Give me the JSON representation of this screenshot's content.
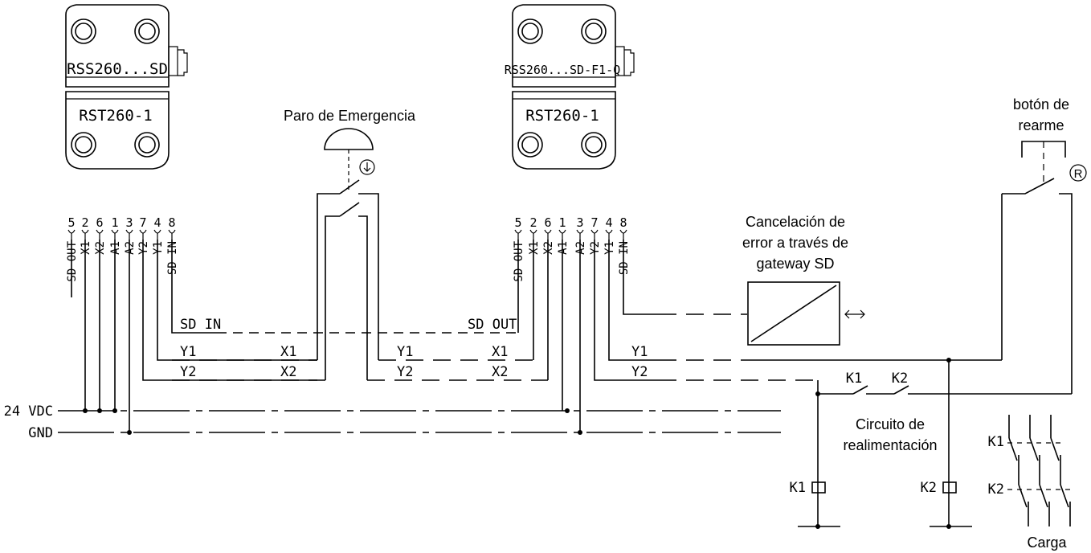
{
  "sensor_left": {
    "actuator_label": "RSS260...SD",
    "target_label": "RST260-1"
  },
  "sensor_right": {
    "actuator_label": "RSS260...SD-F1-Q",
    "target_label": "RST260-1"
  },
  "estop_title": "Paro de Emergencia",
  "reset_label": "botón de\nrearme",
  "reset_symbol": "R",
  "gateway_label": "Cancelación de\nerror a través de\ngateway SD",
  "feedback_label": "Circuito de\nrealimentación",
  "load_label": "Carga",
  "pins": {
    "numbers": [
      "5",
      "2",
      "6",
      "1",
      "3",
      "7",
      "4",
      "8"
    ],
    "names": [
      "SD OUT",
      "X1",
      "X2",
      "A1",
      "A2",
      "Y2",
      "Y1",
      "SD IN"
    ]
  },
  "signals": {
    "sd_in": "SD  IN",
    "sd_out": "SD  OUT",
    "x1": "X1",
    "x2": "X2",
    "y1": "Y1",
    "y2": "Y2"
  },
  "rails": {
    "vdc": "24  VDC",
    "gnd": "GND"
  },
  "relays": {
    "k1": "K1",
    "k2": "K2"
  }
}
